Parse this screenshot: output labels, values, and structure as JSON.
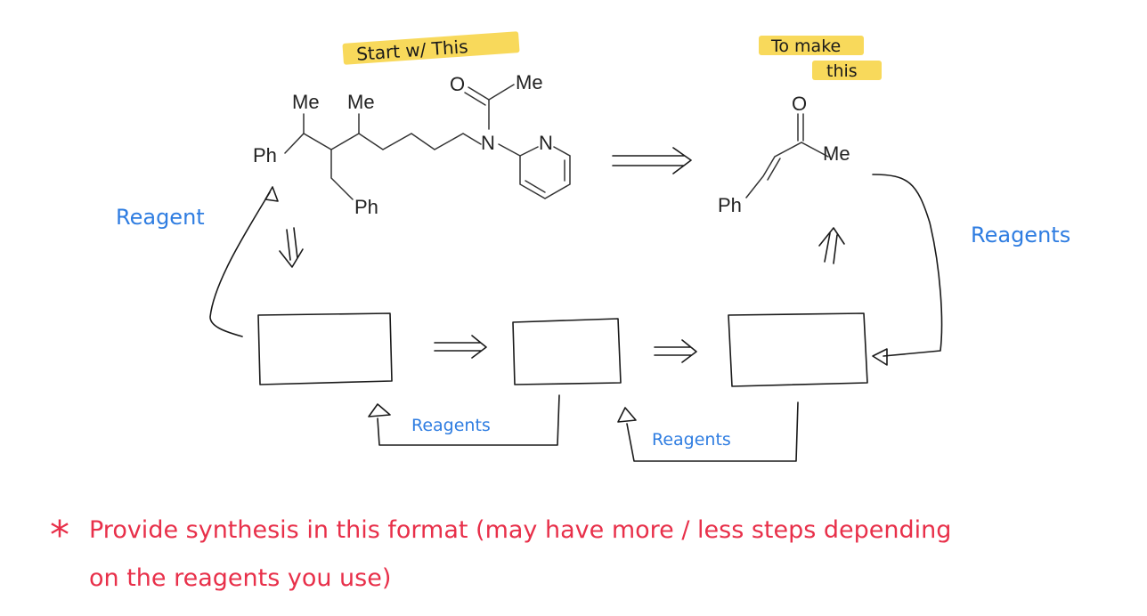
{
  "headings": {
    "start": "Start w/ This",
    "target_line1": "To make",
    "target_line2": "this"
  },
  "start_material_labels": {
    "me_left": "Me",
    "me_middle": "Me",
    "me_acetyl": "Me",
    "oxygen": "O",
    "nitrogen_amide": "N",
    "nitrogen_pyridine": "N",
    "ph_left": "Ph",
    "ph_bottom": "Ph"
  },
  "product_labels": {
    "oxygen": "O",
    "methyl": "Me",
    "phenyl": "Ph"
  },
  "reagent_labels": {
    "left": "Reagent",
    "right": "Reagents",
    "bottom_left": "Reagents",
    "bottom_right": "Reagents"
  },
  "instructions": {
    "line1": "Provide synthesis in this format (may have more / less steps depending",
    "line2": "on the reagents you use)",
    "asterisk": "*"
  },
  "colors": {
    "ink": "#1a1a1a",
    "reagent_blue": "#2f7de1",
    "instruction_red": "#e8304a",
    "highlight": "#f7d23e"
  }
}
